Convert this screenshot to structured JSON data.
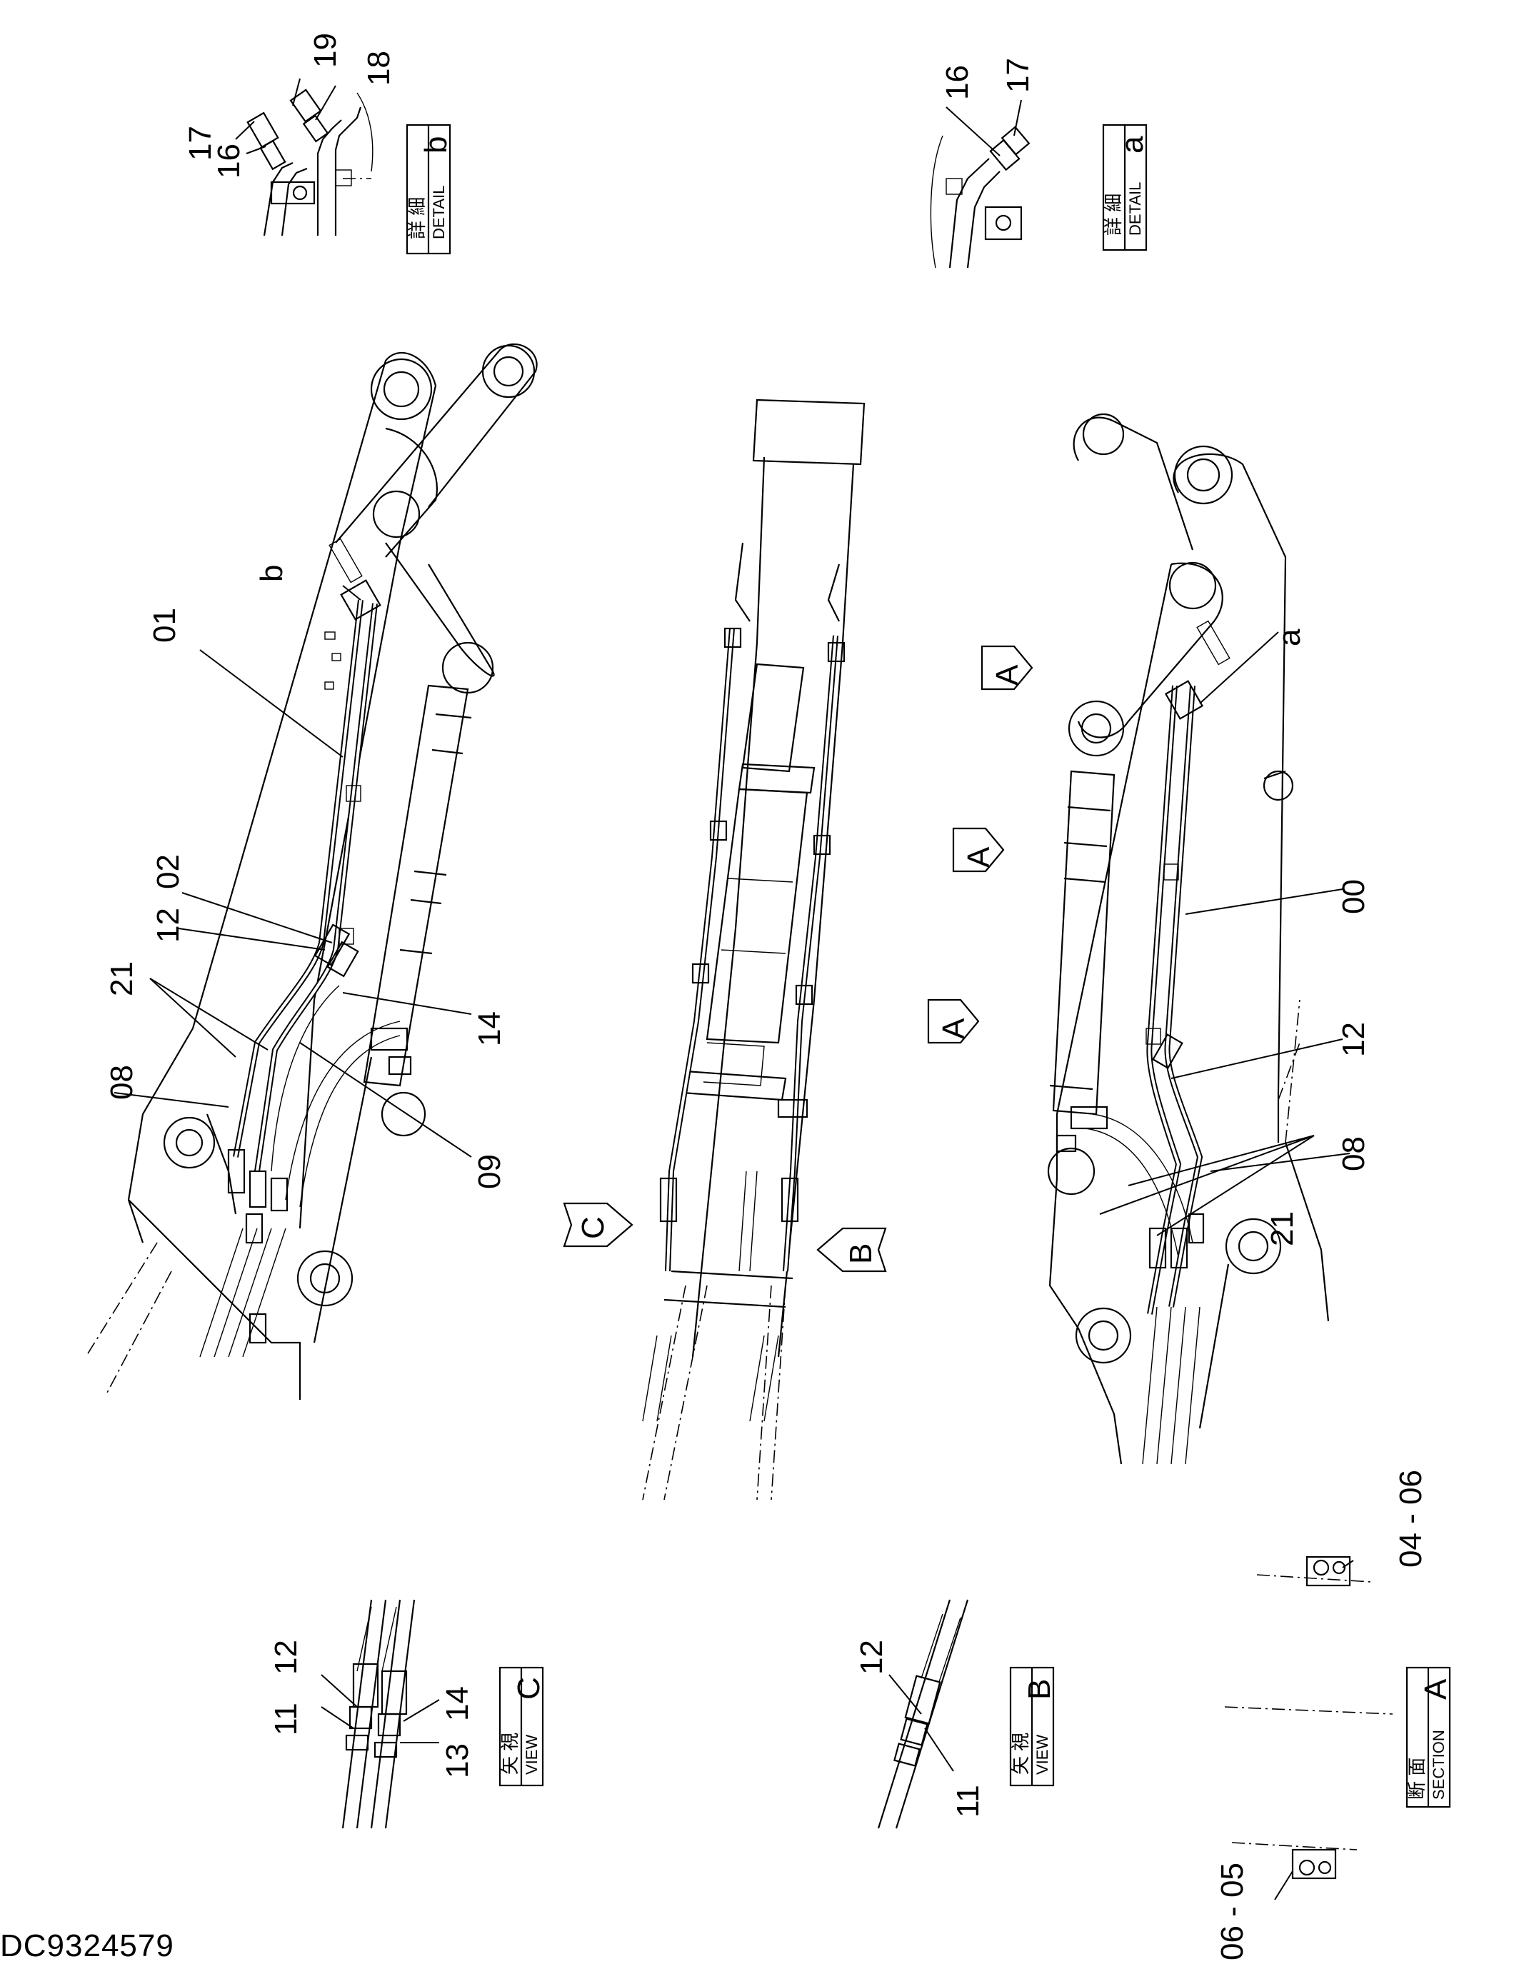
{
  "drawing_id": "DC9324579",
  "detail_a": {
    "jp": "詳 細",
    "en": "DETAIL",
    "letter": "a"
  },
  "detail_b": {
    "jp": "詳 細",
    "en": "DETAIL",
    "letter": "b"
  },
  "view_b": {
    "jp": "矢 視",
    "en": "VIEW",
    "letter": "B"
  },
  "view_c": {
    "jp": "矢 視",
    "en": "VIEW",
    "letter": "C"
  },
  "section_a": {
    "jp": "断 面",
    "en": "SECTION",
    "letter": "A"
  },
  "view_arrows": {
    "a": "A",
    "b": "B",
    "c": "C"
  },
  "callouts": {
    "c00": "00",
    "c01": "01",
    "c02": "02",
    "c08_left": "08",
    "c08_right": "08",
    "c09": "09",
    "c11_b": "11",
    "c11_c": "11",
    "c12_left": "12",
    "c12_right": "12",
    "c12_b": "12",
    "c12_c": "12",
    "c13": "13",
    "c14": "14",
    "c14_c": "14",
    "c16_a": "16",
    "c17_a": "17",
    "c16_b": "16",
    "c17_b": "17",
    "c18": "18",
    "c19": "19",
    "c21_left": "21",
    "c21_right": "21",
    "c04_06": "04 - 06",
    "c06_05": "06 - 05",
    "ref_a": "a",
    "ref_b": "b"
  }
}
